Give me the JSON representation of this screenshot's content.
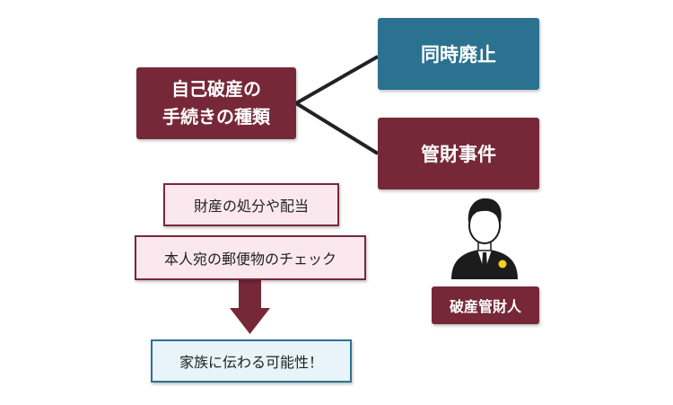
{
  "main": {
    "line1": "自己破産の",
    "line2": "手続きの種類"
  },
  "branches": {
    "simultaneous": "同時廃止",
    "administrator_case": "管財事件"
  },
  "effects": {
    "asset_disposal": "財産の処分や配当",
    "mail_check": "本人宛の郵便物のチェック",
    "result": "家族に伝わる可能性！"
  },
  "trustee": {
    "label": "破産管財人"
  },
  "colors": {
    "dark_red": "#772838",
    "teal": "#2b7291",
    "pink_bg": "#fbe8ee",
    "blue_bg": "#e8f4fa"
  }
}
